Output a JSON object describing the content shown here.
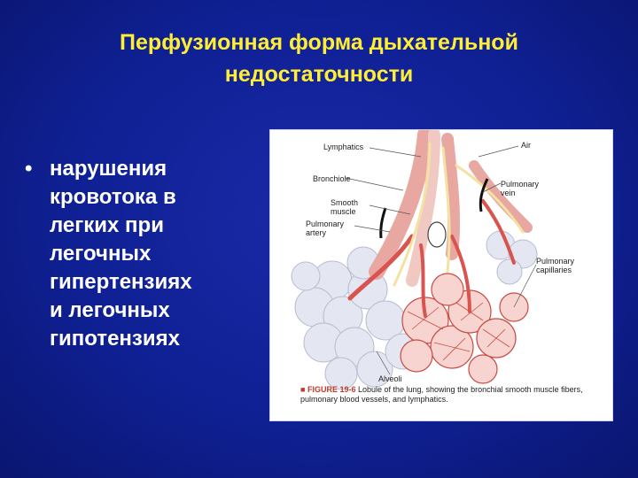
{
  "slide": {
    "title_line1": "Перфузионная форма дыхательной",
    "title_line2": "недостаточности",
    "bullet_symbol": "•",
    "bullet_lines": [
      "нарушения",
      "кровотока  в",
      "легких  при",
      "легочных",
      "гипертензиях",
      "и легочных",
      "гипотензиях"
    ]
  },
  "figure": {
    "labels": {
      "lymphatics": "Lymphatics",
      "air": "Air",
      "bronchiole": "Bronchiole",
      "smooth_muscle": "Smooth\nmuscle",
      "pulmonary_vein": "Pulmonary\nvein",
      "pulmonary_artery": "Pulmonary\nartery",
      "pulmonary_capillaries": "Pulmonary\ncapillaries",
      "alveoli": "Alveoli"
    },
    "caption_number": "FIGURE 19-6",
    "caption_text": "Lobule of the lung, showing the bronchial smooth muscle fibers, pulmonary blood vessels, and lymphatics.",
    "colors": {
      "vessel_red": "#d9534f",
      "vessel_pink": "#f0a6a0",
      "nerve_yellow": "#f3e2a1",
      "alveoli": "#dfe3ee"
    }
  }
}
